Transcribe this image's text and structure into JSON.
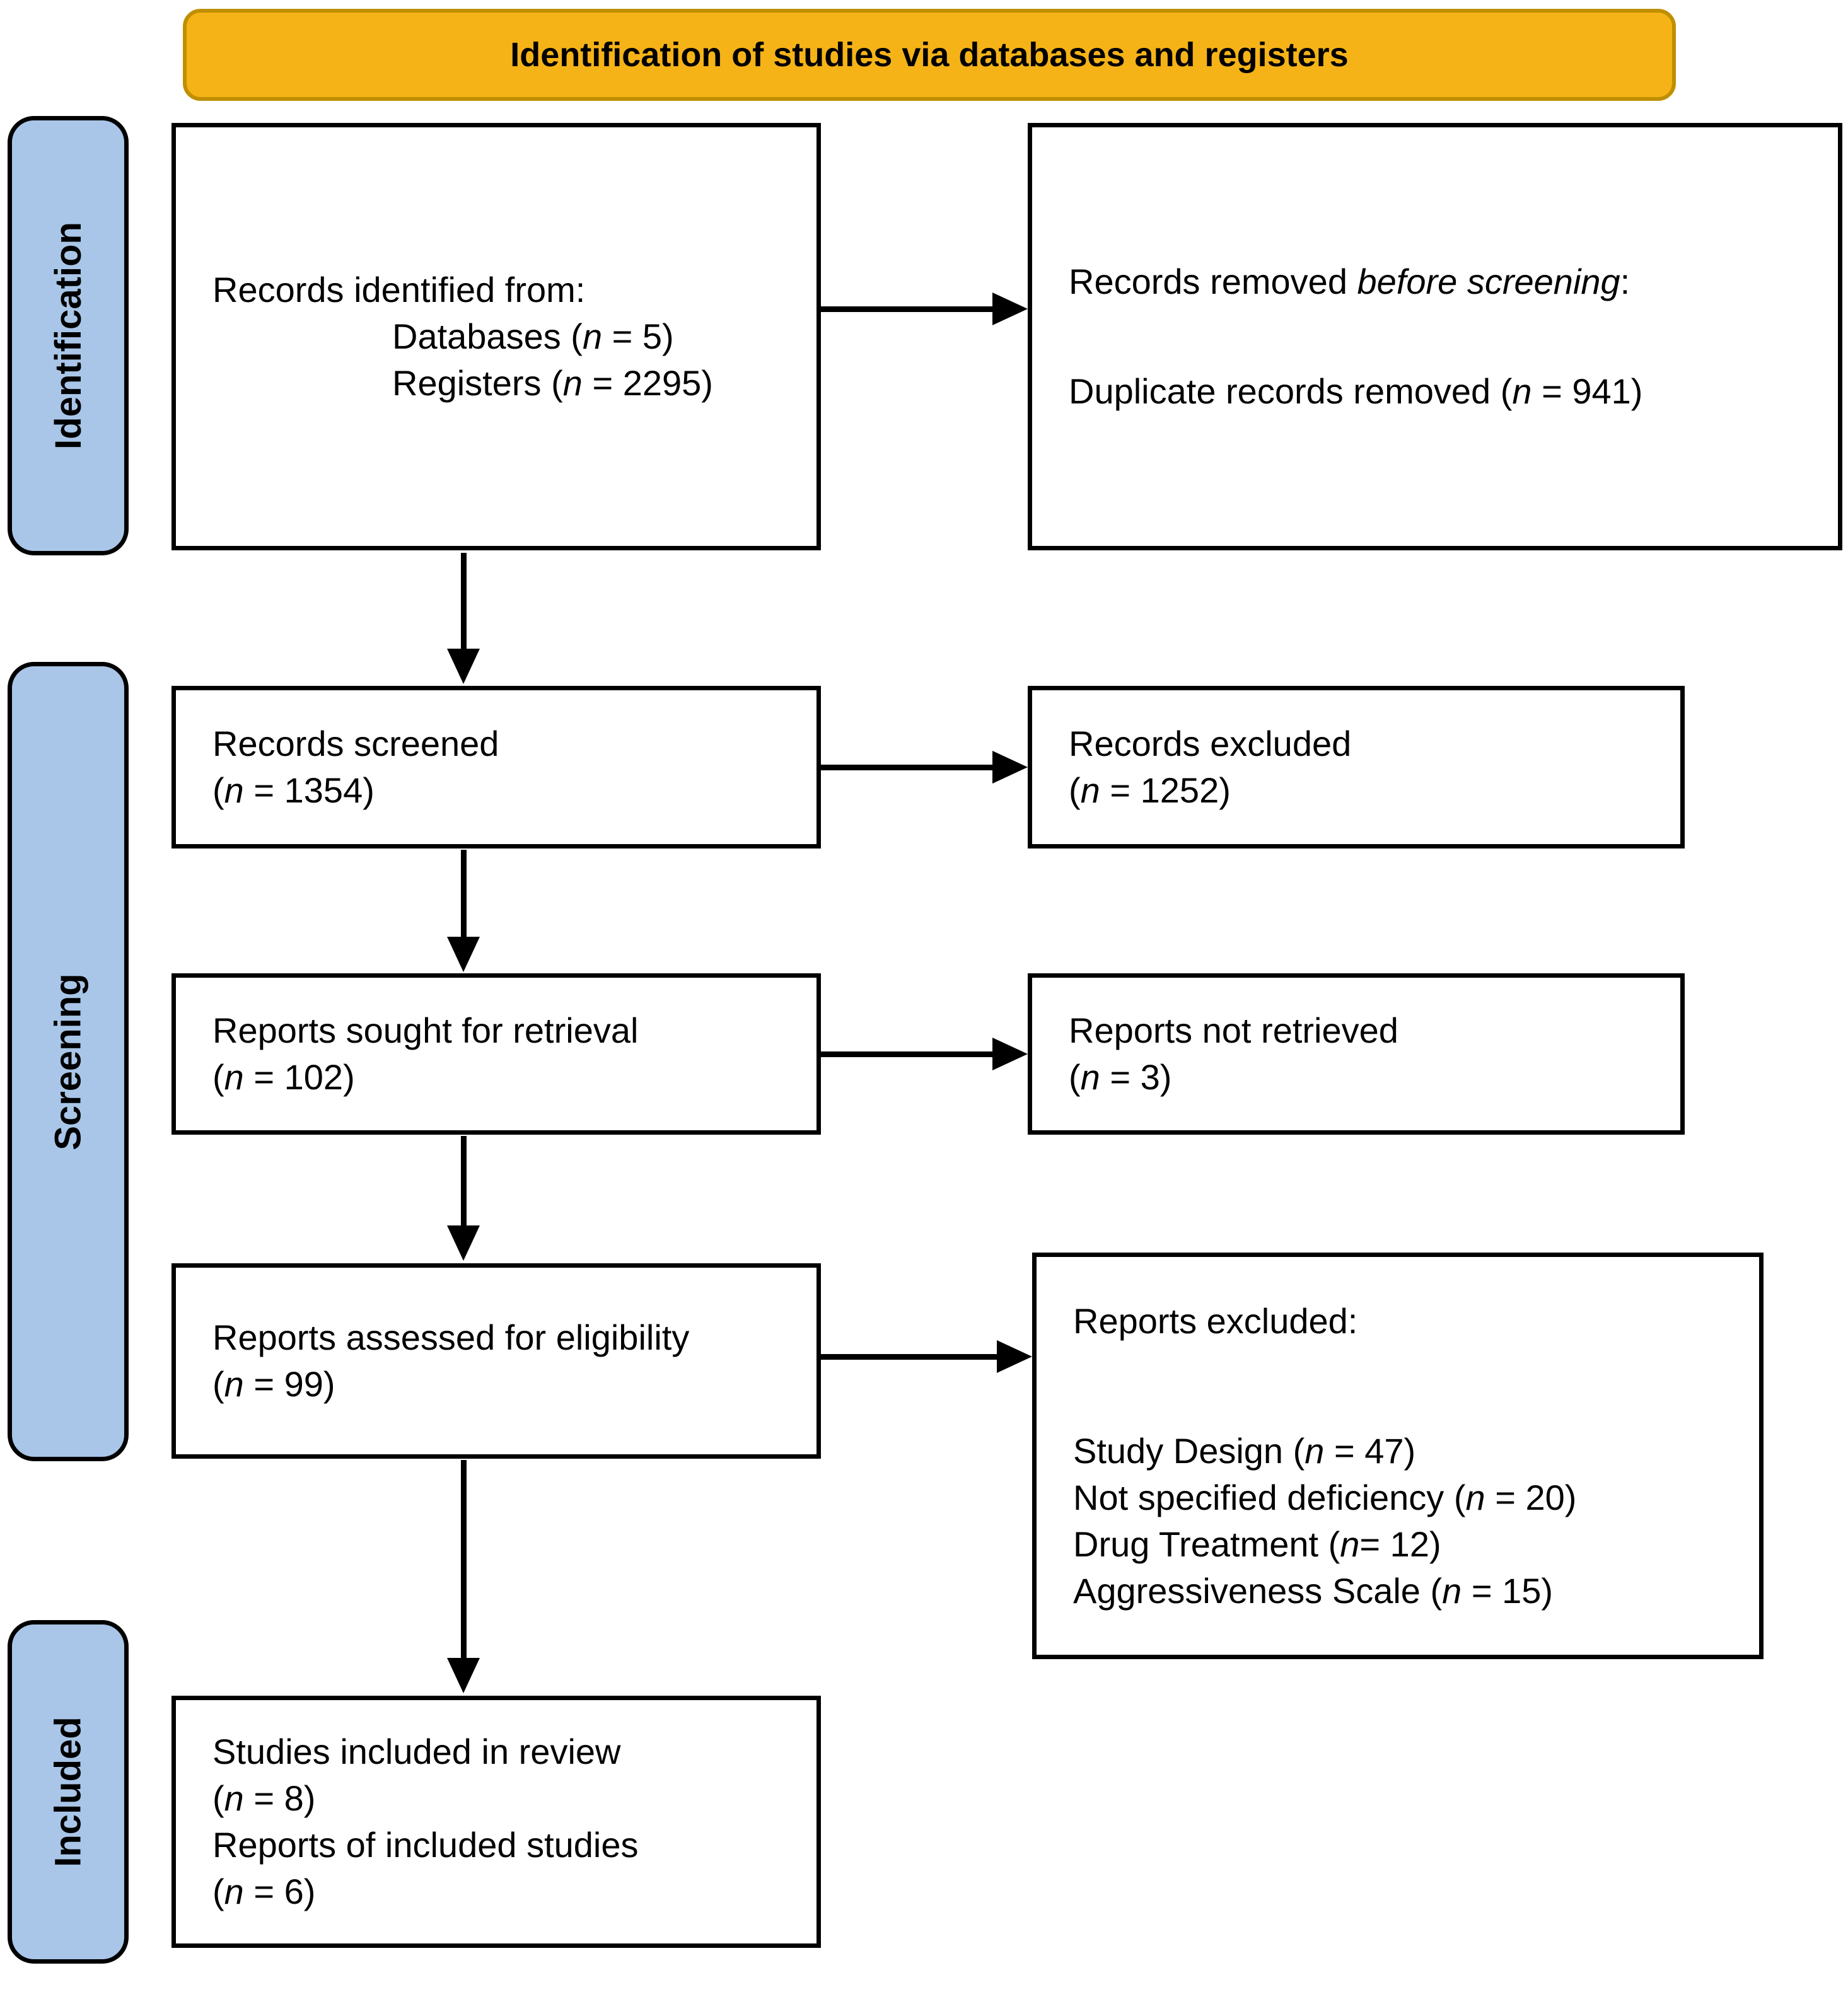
{
  "title": "Identification of studies via databases and registers",
  "colors": {
    "banner_fill": "#F5B317",
    "banner_border": "#BF8F00",
    "stage_fill": "#A9C6E8",
    "line": "#000000"
  },
  "stages": [
    {
      "label": "Identification"
    },
    {
      "label": "Screening"
    },
    {
      "label": "Included"
    }
  ],
  "boxes": {
    "records_identified": {
      "lines": [
        {
          "seg": [
            {
              "t": "Records identified from:"
            }
          ]
        },
        {
          "indent": true,
          "seg": [
            {
              "t": "Databases ("
            },
            {
              "t": "n",
              "i": true
            },
            {
              "t": " = 5)"
            }
          ]
        },
        {
          "indent": true,
          "seg": [
            {
              "t": "Registers ("
            },
            {
              "t": "n",
              "i": true
            },
            {
              "t": " = 2295)"
            }
          ]
        }
      ]
    },
    "records_removed": {
      "lines": [
        {
          "seg": [
            {
              "t": "Records removed "
            },
            {
              "t": "before screening",
              "i": true
            },
            {
              "t": ":"
            }
          ]
        },
        {
          "gap": true,
          "seg": [
            {
              "t": "Duplicate records removed ("
            },
            {
              "t": "n",
              "i": true
            },
            {
              "t": " = 941)"
            }
          ]
        }
      ]
    },
    "records_screened": {
      "lines": [
        {
          "seg": [
            {
              "t": "Records screened"
            }
          ]
        },
        {
          "seg": [
            {
              "t": "("
            },
            {
              "t": "n",
              "i": true
            },
            {
              "t": " = 1354)"
            }
          ]
        }
      ]
    },
    "records_excluded": {
      "lines": [
        {
          "seg": [
            {
              "t": "Records excluded"
            }
          ]
        },
        {
          "seg": [
            {
              "t": "("
            },
            {
              "t": "n",
              "i": true
            },
            {
              "t": " = 1252)"
            }
          ]
        }
      ]
    },
    "reports_sought": {
      "lines": [
        {
          "seg": [
            {
              "t": "Reports sought for retrieval"
            }
          ]
        },
        {
          "seg": [
            {
              "t": "("
            },
            {
              "t": "n",
              "i": true
            },
            {
              "t": " = 102)"
            }
          ]
        }
      ]
    },
    "reports_not_retrieved": {
      "lines": [
        {
          "seg": [
            {
              "t": "Reports not retrieved"
            }
          ]
        },
        {
          "seg": [
            {
              "t": "("
            },
            {
              "t": "n",
              "i": true
            },
            {
              "t": " = 3)"
            }
          ]
        }
      ]
    },
    "reports_assessed": {
      "lines": [
        {
          "seg": [
            {
              "t": "Reports assessed for eligibility"
            }
          ]
        },
        {
          "seg": [
            {
              "t": "("
            },
            {
              "t": "n",
              "i": true
            },
            {
              "t": " = 99)"
            }
          ]
        }
      ]
    },
    "reports_excluded": {
      "lines": [
        {
          "seg": [
            {
              "t": "Reports excluded:"
            }
          ]
        },
        {
          "gap": true,
          "seg": [
            {
              "t": "Study Design ("
            },
            {
              "t": "n",
              "i": true
            },
            {
              "t": " = 47)"
            }
          ]
        },
        {
          "seg": [
            {
              "t": "Not specified deficiency ("
            },
            {
              "t": "n",
              "i": true
            },
            {
              "t": " = 20)"
            }
          ]
        },
        {
          "seg": [
            {
              "t": "Drug Treatment ("
            },
            {
              "t": "n",
              "i": true
            },
            {
              "t": "= 12)"
            }
          ]
        },
        {
          "seg": [
            {
              "t": "Aggressiveness Scale ("
            },
            {
              "t": "n",
              "i": true
            },
            {
              "t": " = 15)"
            }
          ]
        }
      ]
    },
    "studies_included": {
      "lines": [
        {
          "seg": [
            {
              "t": "Studies included in review"
            }
          ]
        },
        {
          "seg": [
            {
              "t": "("
            },
            {
              "t": "n",
              "i": true
            },
            {
              "t": " = 8)"
            }
          ]
        },
        {
          "seg": [
            {
              "t": "Reports of included studies"
            }
          ]
        },
        {
          "seg": [
            {
              "t": "("
            },
            {
              "t": "n",
              "i": true
            },
            {
              "t": " = 6)"
            }
          ]
        }
      ]
    }
  }
}
